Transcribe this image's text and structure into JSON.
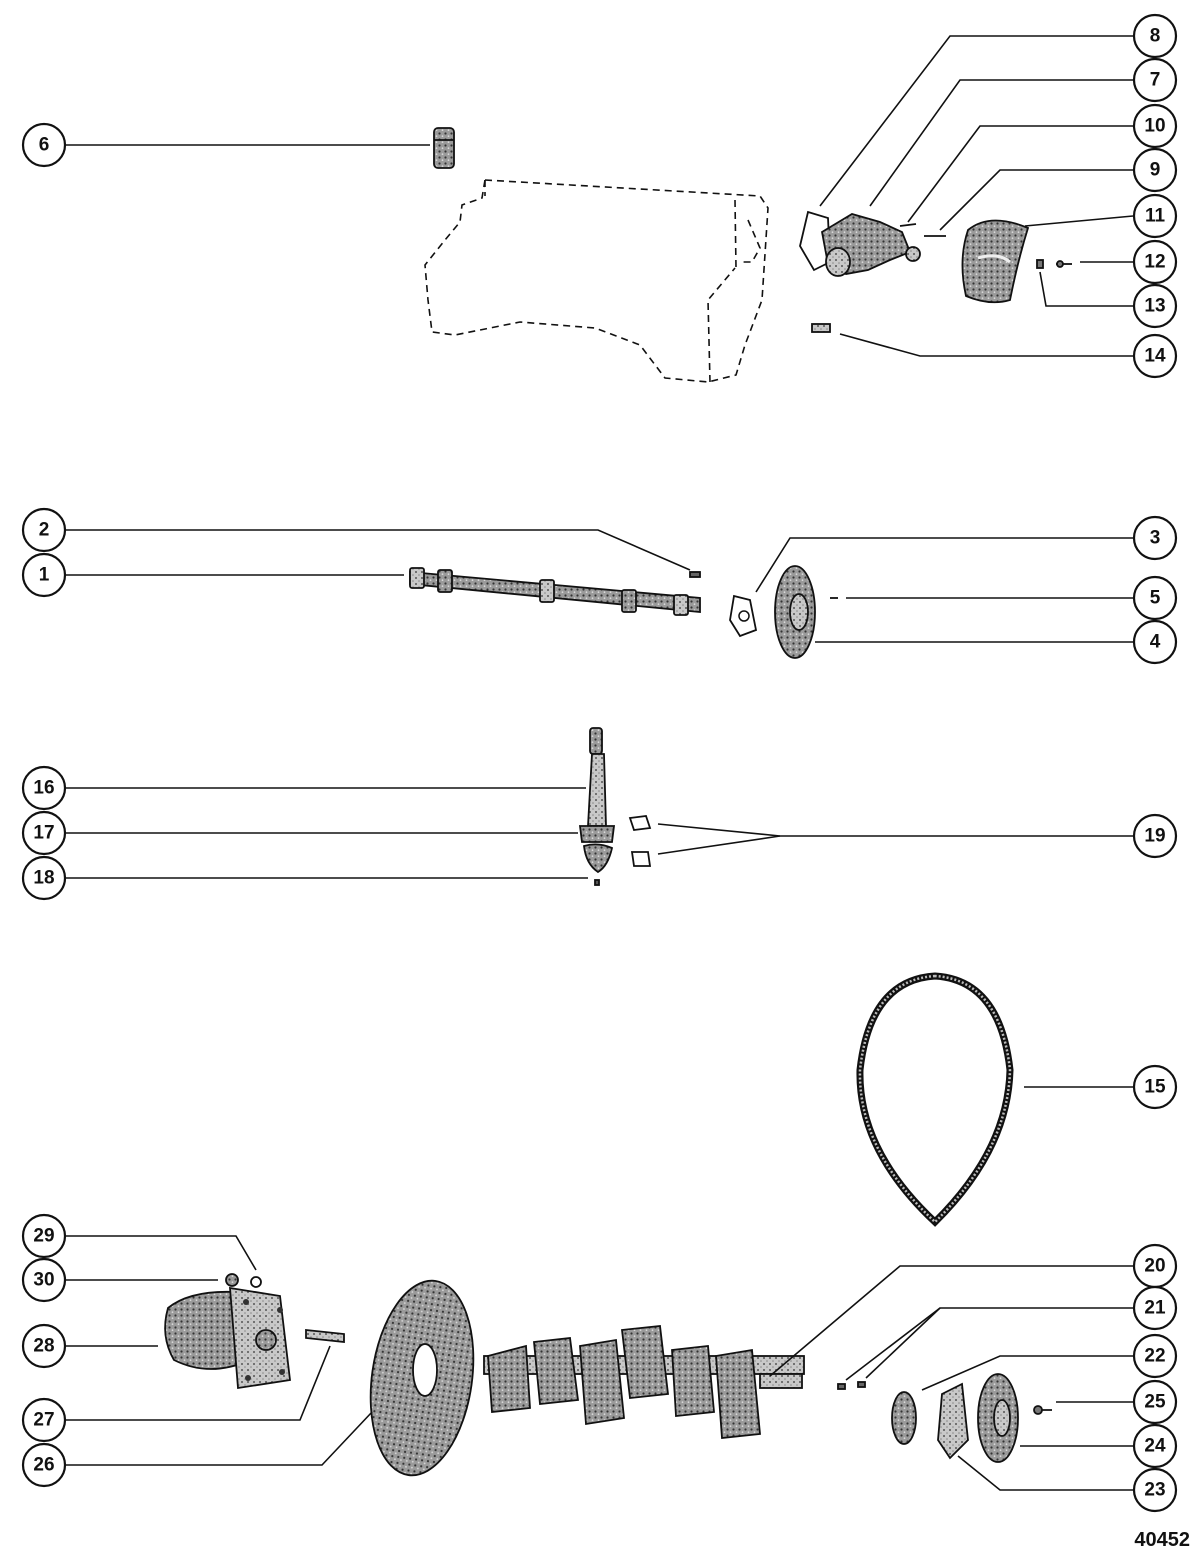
{
  "callouts": {
    "c1": "1",
    "c2": "2",
    "c3": "3",
    "c4": "4",
    "c5": "5",
    "c6": "6",
    "c7": "7",
    "c8": "8",
    "c9": "9",
    "c10": "10",
    "c11": "11",
    "c12": "12",
    "c13": "13",
    "c14": "14",
    "c15": "15",
    "c16": "16",
    "c17": "17",
    "c18": "18",
    "c19": "19",
    "c20": "20",
    "c21": "21",
    "c22": "22",
    "c23": "23",
    "c24": "24",
    "c25": "25",
    "c26": "26",
    "c27": "27",
    "c28": "28",
    "c29": "29",
    "c30": "30"
  },
  "drawing_number": "40452"
}
